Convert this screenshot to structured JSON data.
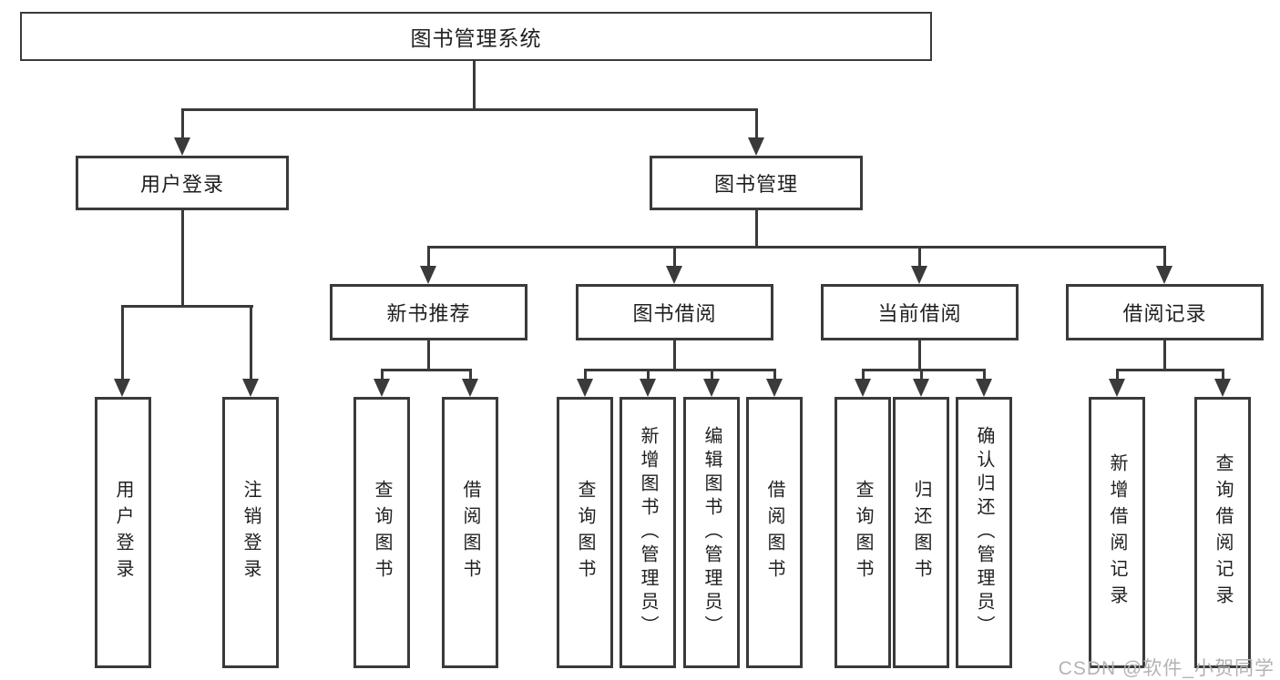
{
  "diagram": {
    "type": "tree",
    "root": {
      "label": "图书管理系统"
    },
    "level2": [
      {
        "label": "用户登录"
      },
      {
        "label": "图书管理"
      }
    ],
    "level3": [
      {
        "label": "新书推荐",
        "parent": "图书管理"
      },
      {
        "label": "图书借阅",
        "parent": "图书管理"
      },
      {
        "label": "当前借阅",
        "parent": "图书管理"
      },
      {
        "label": "借阅记录",
        "parent": "图书管理"
      }
    ],
    "leaves": [
      {
        "label": "用户登录",
        "parent": "用户登录"
      },
      {
        "label": "注销登录",
        "parent": "用户登录"
      },
      {
        "label": "查询图书",
        "parent": "新书推荐"
      },
      {
        "label": "借阅图书",
        "parent": "新书推荐"
      },
      {
        "label": "查询图书",
        "parent": "图书借阅"
      },
      {
        "label": "新增图书（管理员）",
        "parent": "图书借阅"
      },
      {
        "label": "编辑图书（管理员）",
        "parent": "图书借阅"
      },
      {
        "label": "借阅图书",
        "parent": "图书借阅"
      },
      {
        "label": "查询图书",
        "parent": "当前借阅"
      },
      {
        "label": "归还图书",
        "parent": "当前借阅"
      },
      {
        "label": "确认归还（管理员）",
        "parent": "当前借阅"
      },
      {
        "label": "新增借阅记录",
        "parent": "借阅记录"
      },
      {
        "label": "查询借阅记录",
        "parent": "借阅记录"
      }
    ]
  },
  "watermark": {
    "text": "CSDN @软件_小贺同学"
  },
  "colors": {
    "line": "#3a3a3a",
    "text": "#1f1f1f",
    "background": "#ffffff",
    "watermark": "#b3b3b3"
  }
}
